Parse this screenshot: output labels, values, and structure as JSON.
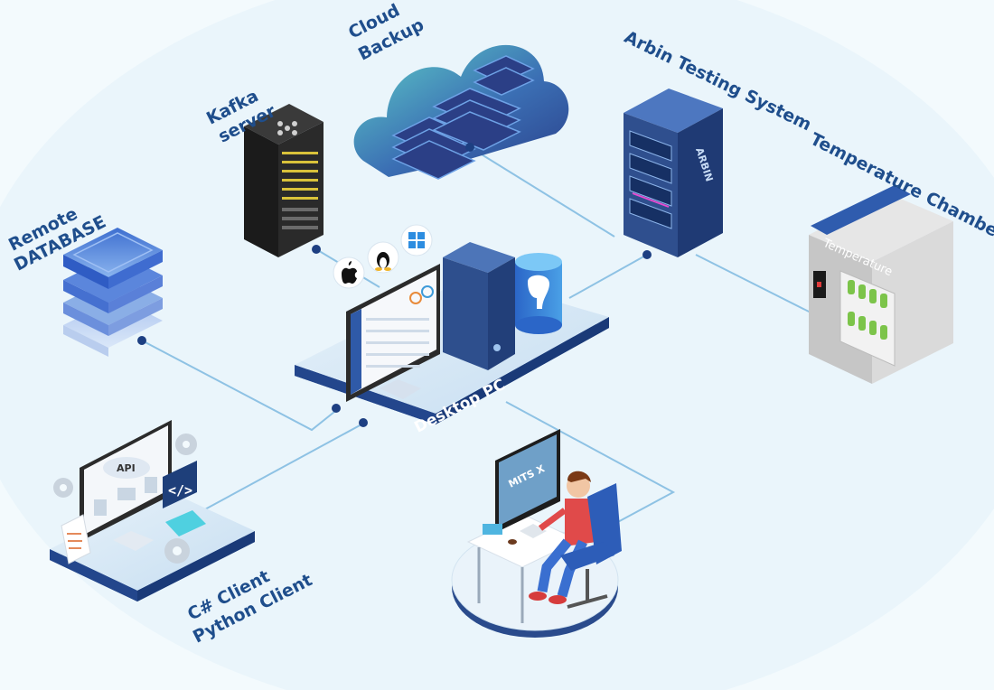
{
  "nodes": {
    "cloud": {
      "line1": "Cloud",
      "line2": "Backup"
    },
    "kafka": {
      "line1": "Kafka",
      "line2": "server"
    },
    "arbin": {
      "label": "Arbin Testing System",
      "logo": "ARBIN"
    },
    "temperature": {
      "label": "Temperature Chamber",
      "sign": "Temperature"
    },
    "database": {
      "line1": "Remote",
      "line2": "DATABASE"
    },
    "desktop": {
      "label": "Desktop PC"
    },
    "clients": {
      "line1": "C# Client",
      "line2": "Python Client",
      "api_text": "API"
    },
    "operator": {
      "screen_text": "MITS X"
    }
  },
  "os_icons": [
    "apple-icon",
    "linux-icon",
    "windows-icon"
  ],
  "colors": {
    "label": "#1f4e8c",
    "connector": "#8ec2e4",
    "platform_top": "#d9ebf7",
    "platform_side": "#1d3f82",
    "server_blue": "#31508f",
    "accent_teal": "#47c4c4"
  }
}
